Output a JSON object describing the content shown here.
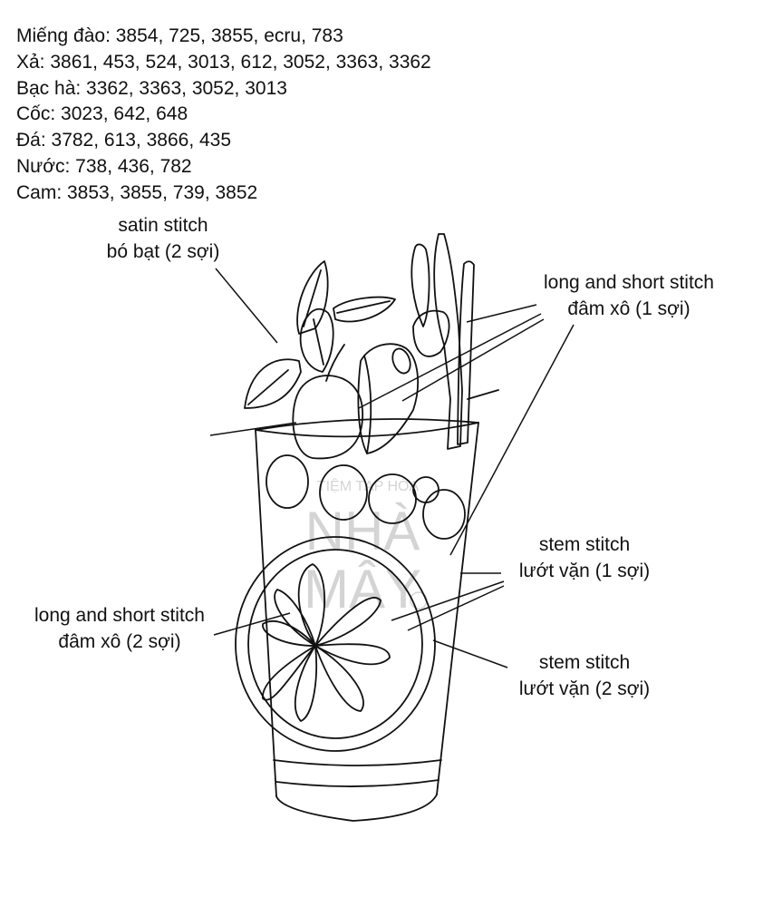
{
  "thread_list": [
    "Miếng đào: 3854, 725, 3855, ecru, 783",
    "Xả: 3861, 453, 524, 3013, 612, 3052, 3363, 3362",
    "Bạc hà: 3362, 3363, 3052, 3013",
    "Cốc: 3023, 642, 648",
    "Đá: 3782, 613, 3866, 435",
    "Nước: 738, 436, 782",
    "Cam: 3853, 3855, 739, 3852"
  ],
  "labels": {
    "satin": {
      "line1": "satin stitch",
      "line2": "bó bạt (2 sợi)"
    },
    "long_short_1": {
      "line1": "long and short stitch",
      "line2": "đâm xô (1 sợi)"
    },
    "stem_1": {
      "line1": "stem stitch",
      "line2": "lướt vặn (1 sợi)"
    },
    "long_short_2": {
      "line1": "long and short stitch",
      "line2": "đâm xô (2 sợi)"
    },
    "stem_2": {
      "line1": "stem stitch",
      "line2": "lướt vặn (2 sợi)"
    }
  },
  "watermark": {
    "line1": "TIỆM TẠP HÓA",
    "line2": "NHÀ",
    "line3": "MÂY"
  }
}
